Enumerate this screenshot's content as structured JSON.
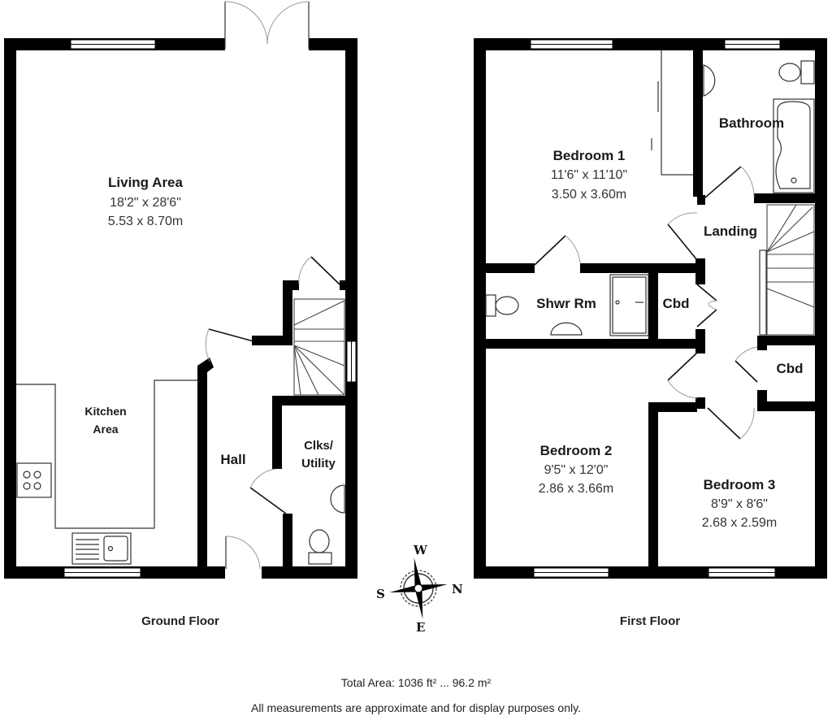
{
  "ground_floor": {
    "label": "Ground Floor",
    "rooms": {
      "living": {
        "name": "Living Area",
        "imperial": "18'2\" x 28'6\"",
        "metric": "5.53 x 8.70m"
      },
      "kitchen": {
        "name_line1": "Kitchen",
        "name_line2": "Area"
      },
      "hall": {
        "name": "Hall"
      },
      "clks": {
        "name_line1": "Clks/",
        "name_line2": "Utility"
      }
    }
  },
  "first_floor": {
    "label": "First Floor",
    "rooms": {
      "bedroom1": {
        "name": "Bedroom 1",
        "imperial": "11'6\" x 11'10\"",
        "metric": "3.50 x 3.60m"
      },
      "bathroom": {
        "name": "Bathroom"
      },
      "landing": {
        "name": "Landing"
      },
      "shower": {
        "name": "Shwr Rm"
      },
      "cbd1": {
        "name": "Cbd"
      },
      "cbd2": {
        "name": "Cbd"
      },
      "bedroom2": {
        "name": "Bedroom 2",
        "imperial": "9'5\" x 12'0\"",
        "metric": "2.86 x 3.66m"
      },
      "bedroom3": {
        "name": "Bedroom 3",
        "imperial": "8'9\" x 8'6\"",
        "metric": "2.68 x 2.59m"
      }
    }
  },
  "compass": {
    "top": "W",
    "right": "N",
    "bottom": "E",
    "left": "S"
  },
  "footer": {
    "total_area": "Total Area: 1036 ft² ... 96.2 m²",
    "disclaimer": "All measurements are approximate and for display purposes only."
  }
}
